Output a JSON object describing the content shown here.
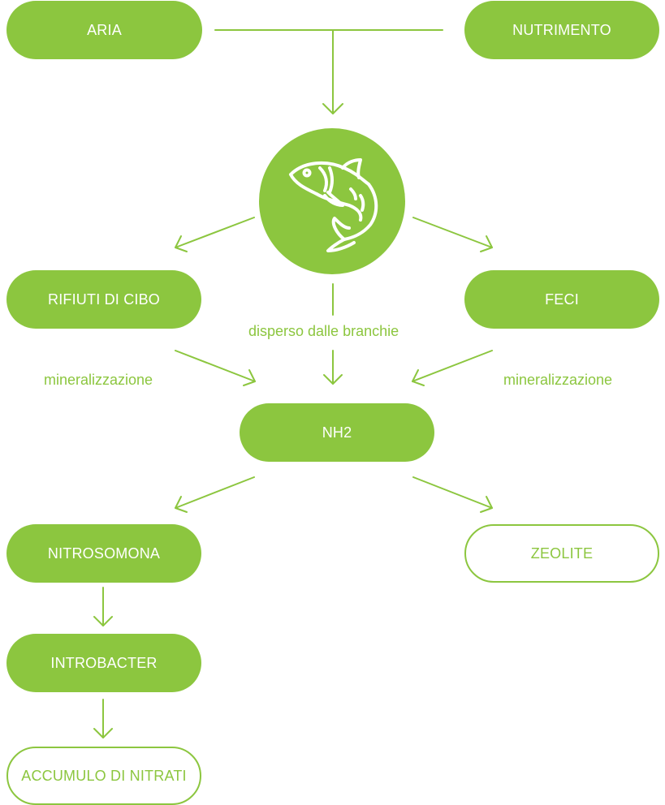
{
  "colors": {
    "accent": "#8cc63f",
    "on_accent": "#ffffff"
  },
  "nodes": {
    "aria": "ARIA",
    "nutrimento": "NUTRIMENTO",
    "rifiuti": "RIFIUTI DI CIBO",
    "feci": "FECI",
    "nh2": "NH2",
    "nitrosomona": "NITROSOMONA",
    "zeolite": "ZEOLITE",
    "introbacter": "INTROBACTER",
    "accumulo": "ACCUMULO DI NITRATI"
  },
  "labels": {
    "disperso": "disperso dalle branchie",
    "mineralizzazione_left": "mineralizzazione",
    "mineralizzazione_right": "mineralizzazione"
  },
  "icons": {
    "center": "fish-icon"
  }
}
